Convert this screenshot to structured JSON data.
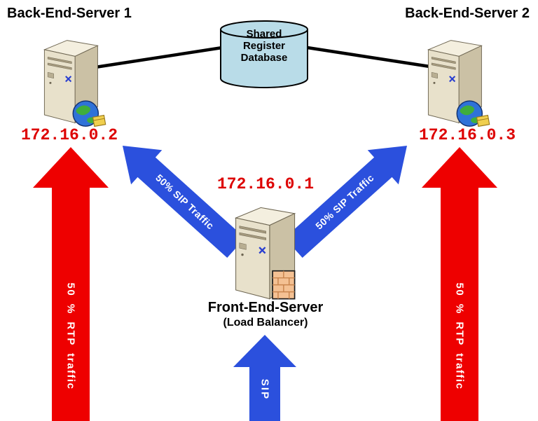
{
  "nodes": {
    "backend1": {
      "label": "Back-End-Server 1",
      "ip": "172.16.0.2"
    },
    "backend2": {
      "label": "Back-End-Server 2",
      "ip": "172.16.0.3"
    },
    "frontend": {
      "label": "Front-End-Server",
      "sublabel": "(Load Balancer)",
      "ip": "172.16.0.1"
    },
    "database": {
      "lines": [
        "Shared",
        "Register",
        "Database"
      ]
    }
  },
  "arrows": {
    "rtp_left": {
      "label": "50 % RTP traffic"
    },
    "rtp_right": {
      "label": "50 % RTP traffic"
    },
    "sip_left": {
      "label": "50% SIP Traffic"
    },
    "sip_right": {
      "label": "50% SIP Traffic"
    },
    "sip_in": {
      "label": "SIP"
    }
  },
  "colors": {
    "rtp_arrow": "#ee0000",
    "sip_arrow": "#2b50dd",
    "db_fill": "#b9dce8",
    "ip_text": "#dd0000",
    "arrow_text": "#ffffff",
    "label_text": "#000000"
  }
}
